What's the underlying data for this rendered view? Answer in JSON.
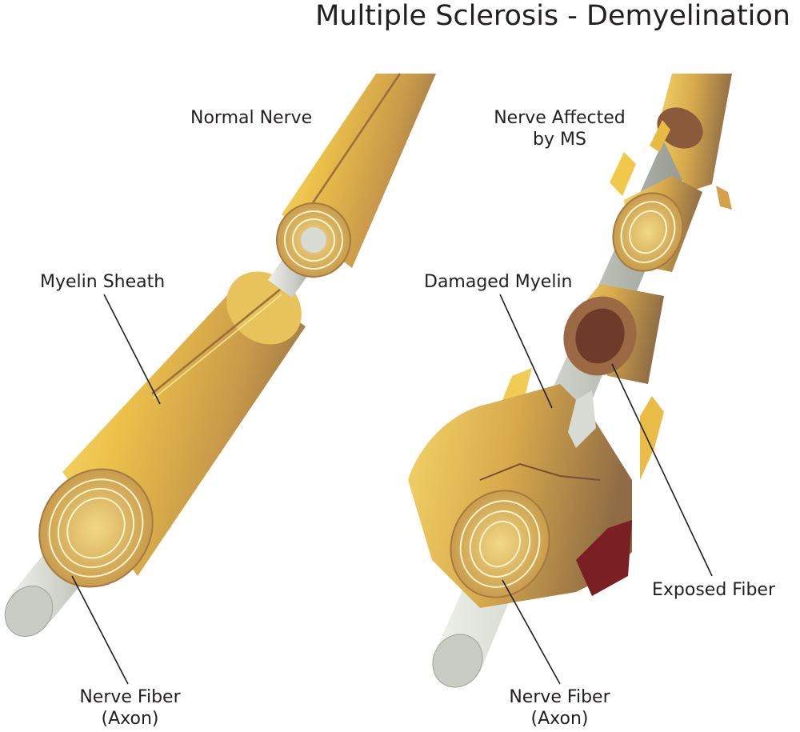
{
  "title": "Multiple Sclerosis - Demyelination",
  "labels": {
    "normal_nerve": "Normal Nerve",
    "myelin_sheath": "Myelin Sheath",
    "nerve_fiber_left_1": "Nerve Fiber",
    "nerve_fiber_left_2": "(Axon)",
    "affected_1": "Nerve Affected",
    "affected_2": "by MS",
    "damaged_myelin": "Damaged Myelin",
    "exposed_fiber": "Exposed Fiber",
    "nerve_fiber_right_1": "Nerve Fiber",
    "nerve_fiber_right_2": "(Axon)"
  },
  "colors": {
    "myelin_light": "#f7dc6f",
    "myelin_mid": "#e2b53c",
    "myelin_dark": "#b8893a",
    "myelin_shadow": "#8a6a3f",
    "axon": "#d8dbd3",
    "axon_dark": "#9ea397",
    "inner_wound": "#7a1f22",
    "line": "#231f20"
  }
}
